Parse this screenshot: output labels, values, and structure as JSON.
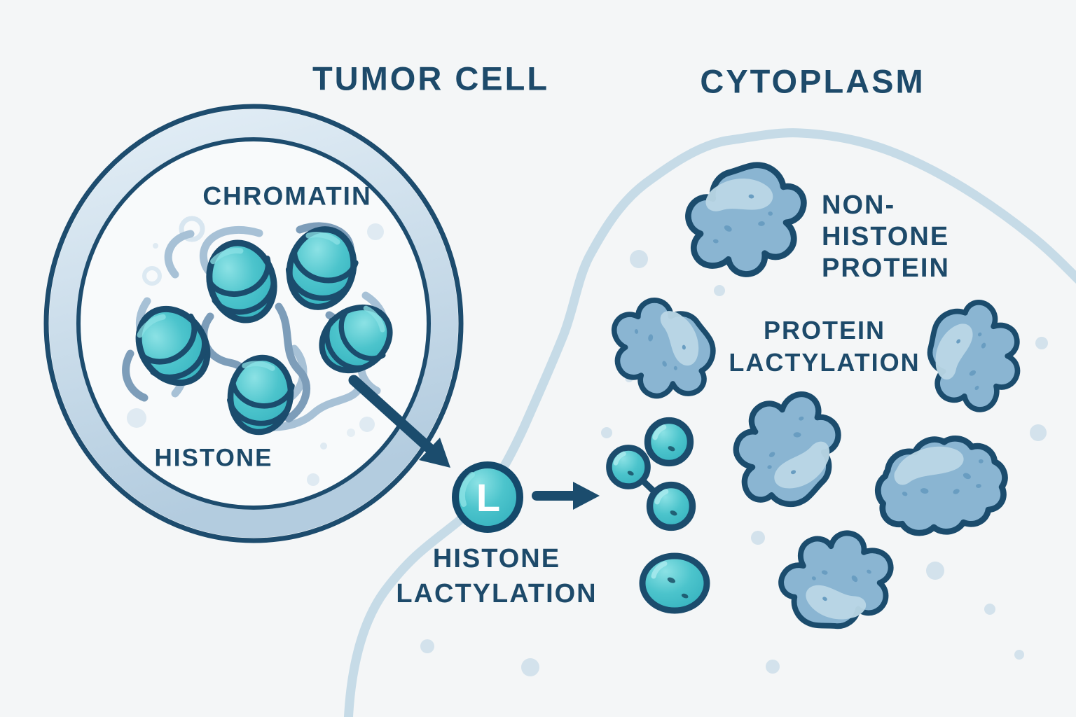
{
  "header": {
    "tumor_cell_title": "TUMOR CELL",
    "cytoplasm_title": "CYTOPLASM"
  },
  "tumor_cell": {
    "chromatin_label": "CHROMATIN",
    "histone_label": "HISTONE",
    "histone_spool_count": 5
  },
  "lactylation": {
    "badge_letter": "L",
    "label_line1": "HISTONE",
    "label_line2": "LACTYLATION"
  },
  "cytoplasm": {
    "non_histone_protein_label": [
      "NON-",
      "HISTONE",
      "PROTEIN"
    ],
    "protein_lactylation_label": [
      "PROTEIN",
      "LACTYLATION"
    ],
    "protein_blob_count": 6,
    "lactate_molecule_count": 4
  },
  "colors": {
    "background": "#f4f6f7",
    "ink_navy": "#1d4a6a",
    "outline_navy": "#1b4c6d",
    "teal": "#3fbec6",
    "teal_light": "#8ce2e5",
    "protein_blue": "#8ab5d2",
    "protein_blue_light": "#bad7e6",
    "protein_speck": "#699dc1",
    "chromatin_strand_dark": "#7d9db9",
    "chromatin_strand_light": "#a7c1d6",
    "membrane_band": "#cfe0ed",
    "cytoplasm_boundary": "#c3d9e6",
    "background_dot": "#d3e2ec",
    "badge_text": "#ffffff"
  }
}
